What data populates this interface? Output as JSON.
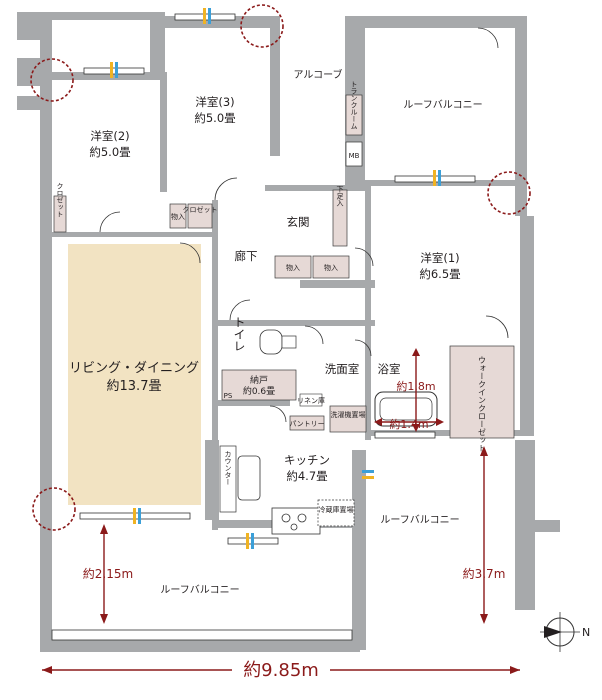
{
  "rooms": {
    "alcove": "アルコーブ",
    "roof_balcony_top": "ルーフバルコニー",
    "roof_balcony_right": "ルーフバルコニー",
    "roof_balcony_bottom": "ルーフバルコニー",
    "western3_name": "洋室(3)",
    "western3_size": "約5.0畳",
    "western2_name": "洋室(2)",
    "western2_size": "約5.0畳",
    "western1_name": "洋室(1)",
    "western1_size": "約6.5畳",
    "entrance": "玄関",
    "hallway": "廊下",
    "ldk_name": "リビング・ダイニング",
    "ldk_size": "約13.7畳",
    "toilet": "トイレ",
    "storage_name": "納戸",
    "storage_size": "約0.6畳",
    "washroom": "洗面室",
    "bathroom": "浴室",
    "kitchen_name": "キッチン",
    "kitchen_size": "約4.7畳",
    "walkin_closet": "ウォークインクローゼット"
  },
  "fixtures": {
    "trunk_room": "トランクルーム",
    "mb": "MB",
    "closet": "クロゼット",
    "storage_small": "物入",
    "shoe_box": "下足入",
    "ps": "PS",
    "linen": "リネン庫",
    "pantry": "パントリー",
    "laundry": "洗濯機置場",
    "fridge": "冷蔵庫置場",
    "counter": "カウンター"
  },
  "dimensions": {
    "total_width": "約9.85m",
    "balcony_depth_left": "約2.15m",
    "balcony_depth_right": "約3.7m",
    "bath_height": "約1.8m",
    "bath_width": "約1.4m"
  },
  "compass_label": "N",
  "colors": {
    "wall": "#a7a9ab",
    "ldk_highlight": "#f2e3c2",
    "dimension": "#8b1a1a",
    "window_accent": "#f0b323",
    "window_accent2": "#3b9fd8"
  }
}
